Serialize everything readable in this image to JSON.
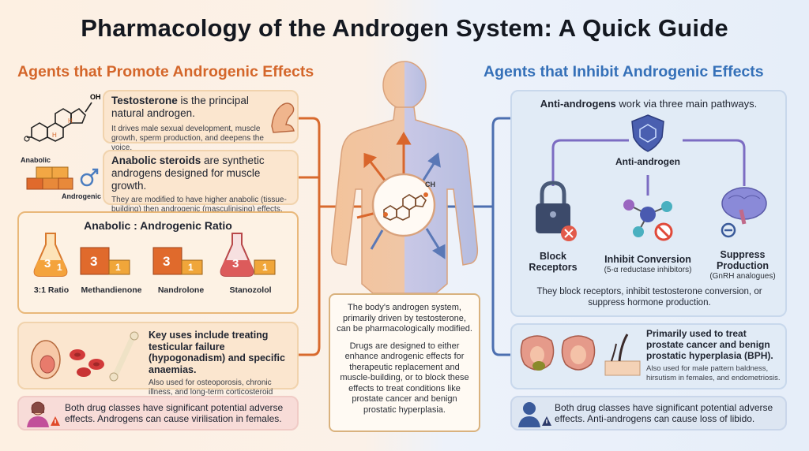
{
  "title": "Pharmacology of the Androgen System: A Quick Guide",
  "left": {
    "heading": "Agents that Promote Androgenic Effects",
    "testosterone": {
      "lead": "Testosterone",
      "main": " is the principal natural androgen.",
      "sub": "It drives male sexual development, muscle growth, sperm production, and deepens the voice.",
      "oh_label": "OH"
    },
    "steroids": {
      "lead": "Anabolic steroids",
      "main": " are synthetic androgens designed for muscle growth.",
      "sub": "They are modified to have higher anabolic (tissue-building) then androgenic (masculinising) effects.",
      "anabolic_label": "Anabolic",
      "androgenic_label": "Androgenic"
    },
    "ratio": {
      "title": "Anabolic : Androgenic Ratio",
      "items": [
        {
          "label": "3:1 Ratio",
          "big": "3",
          "small": "1"
        },
        {
          "label": "Methandienone",
          "big": "3",
          "small": "1"
        },
        {
          "label": "Nandrolone",
          "big": "3",
          "small": "1"
        },
        {
          "label": "Stanozolol",
          "big": "3",
          "small": "1"
        }
      ]
    },
    "uses": {
      "main": "Key uses include treating testicular failure (hypogonadism) and specific anaemias.",
      "sub": "Also used for osteoporosis, chronic illness, and long-term corticosteroid therapy."
    },
    "warning": "Both drug classes have significant potential adverse effects. Androgens can cause virilisation in females."
  },
  "center": {
    "ch_label": "CH",
    "p1": "The body's androgen system, primarily driven by testosterone, can be pharmacologically modified.",
    "p2": "Drugs are designed to either enhance androgenic effects for therapeutic replacement and muscle-building, or to block these effects to treat conditions like prostate cancer and benign prostatic hyperplasia."
  },
  "right": {
    "heading": "Agents that Inhibit Androgenic Effects",
    "pathways": {
      "lead": "Anti-androgens",
      "main": " work via three main pathways.",
      "hub": "Anti-androgen",
      "mechanisms": [
        {
          "label": "Block Receptors",
          "sub": ""
        },
        {
          "label": "Inhibit Conversion",
          "sub": "(5-α reductase inhibitors)"
        },
        {
          "label": "Suppress Production",
          "sub": "(GnRH analogues)"
        }
      ],
      "summary": "They block receptors, inhibit testosterone conversion, or suppress hormone production."
    },
    "uses": {
      "main": "Primarily used to treat prostate cancer and benign prostatic hyperplasia (BPH).",
      "sub": "Also used for male pattern baldness, hirsutism in females, and endometriosis."
    },
    "warning": "Both drug classes have significant potential adverse effects. Anti-androgens can cause loss of libido."
  },
  "colors": {
    "orange_accent": "#d4662a",
    "blue_accent": "#3570b8",
    "ratio_big": "#e06a2c",
    "ratio_small": "#f0a63a"
  }
}
